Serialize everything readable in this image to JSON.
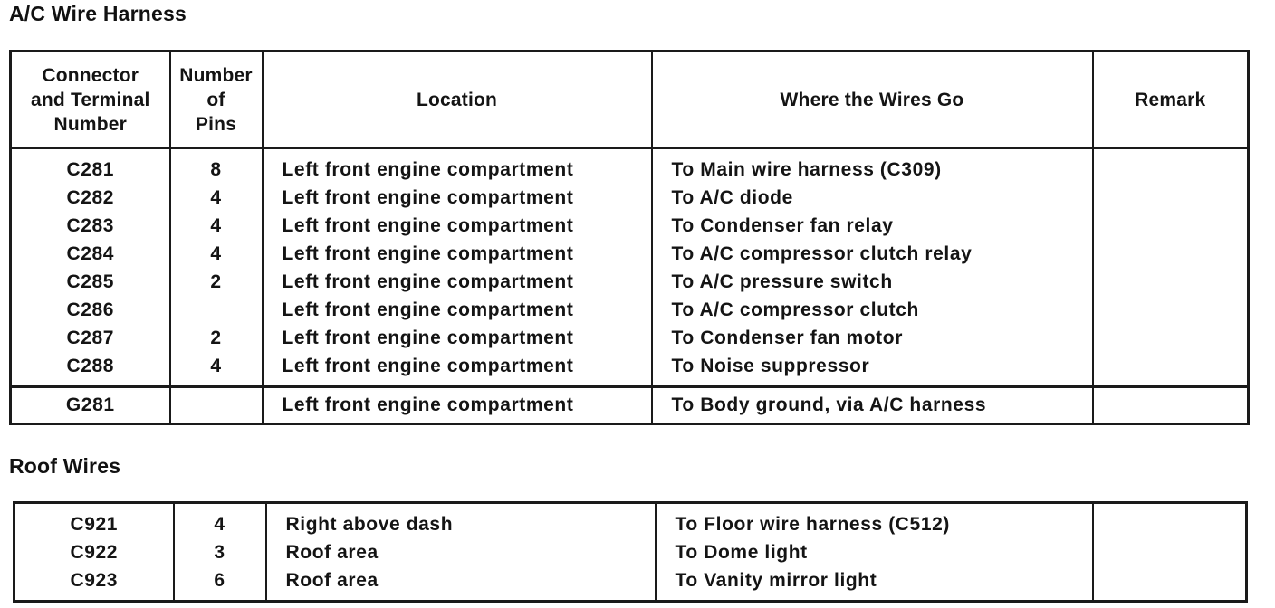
{
  "page": {
    "background": "#ffffff",
    "ink": "#141414",
    "border_color": "#1a1a1a"
  },
  "ac_section": {
    "title": "A/C Wire Harness",
    "headers": {
      "connector": "Connector\nand Terminal\nNumber",
      "pins": "Number\nof\nPins",
      "location": "Location",
      "destination": "Where the Wires Go",
      "remark": "Remark"
    },
    "rows": [
      {
        "connector": "C281",
        "pins": "8",
        "location": "Left front engine compartment",
        "destination": "To Main wire harness (C309)",
        "remark": ""
      },
      {
        "connector": "C282",
        "pins": "4",
        "location": "Left front engine compartment",
        "destination": "To A/C diode",
        "remark": ""
      },
      {
        "connector": "C283",
        "pins": "4",
        "location": "Left front engine compartment",
        "destination": "To Condenser fan relay",
        "remark": ""
      },
      {
        "connector": "C284",
        "pins": "4",
        "location": "Left front engine compartment",
        "destination": "To A/C compressor clutch relay",
        "remark": ""
      },
      {
        "connector": "C285",
        "pins": "2",
        "location": "Left front engine compartment",
        "destination": "To A/C pressure switch",
        "remark": ""
      },
      {
        "connector": "C286",
        "pins": "",
        "location": "Left front engine compartment",
        "destination": "To A/C compressor clutch",
        "remark": ""
      },
      {
        "connector": "C287",
        "pins": "2",
        "location": "Left front engine compartment",
        "destination": "To Condenser fan motor",
        "remark": ""
      },
      {
        "connector": "C288",
        "pins": "4",
        "location": "Left front engine compartment",
        "destination": "To Noise suppressor",
        "remark": ""
      }
    ],
    "ground_rows": [
      {
        "connector": "G281",
        "pins": "",
        "location": "Left front engine compartment",
        "destination": "To Body ground, via A/C harness",
        "remark": ""
      }
    ]
  },
  "roof_section": {
    "title": "Roof Wires",
    "rows": [
      {
        "connector": "C921",
        "pins": "4",
        "location": "Right above dash",
        "destination": "To Floor wire harness (C512)",
        "remark": ""
      },
      {
        "connector": "C922",
        "pins": "3",
        "location": "Roof area",
        "destination": "To Dome light",
        "remark": ""
      },
      {
        "connector": "C923",
        "pins": "6",
        "location": "Roof area",
        "destination": "To Vanity mirror light",
        "remark": ""
      }
    ]
  }
}
